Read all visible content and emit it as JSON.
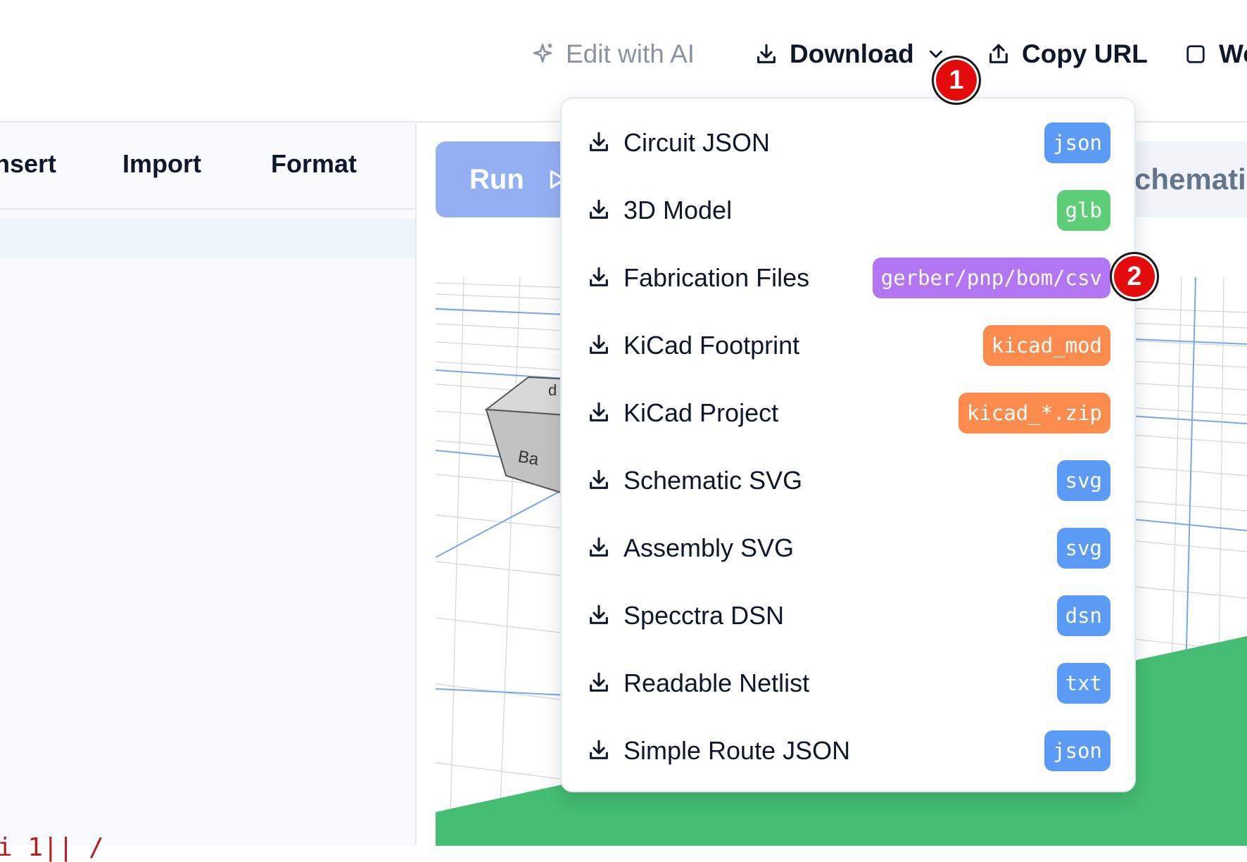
{
  "topbar": {
    "edit_ai": "Edit with AI",
    "download": "Download",
    "copy_url": "Copy URL",
    "web": "We"
  },
  "editor": {
    "menu": [
      "nsert",
      "Import",
      "Format"
    ],
    "code_fragment": "i 1|| /"
  },
  "preview": {
    "run_label": "Run",
    "schematic_tab": "chemati",
    "cube_labels": [
      "d",
      "Ba"
    ]
  },
  "download_menu": {
    "items": [
      {
        "label": "Circuit JSON",
        "badge": "json",
        "badge_color": "#5b9bf6"
      },
      {
        "label": "3D Model",
        "badge": "glb",
        "badge_color": "#5fce79"
      },
      {
        "label": "Fabrication Files",
        "badge": "gerber/pnp/bom/csv",
        "badge_color": "#b276f3"
      },
      {
        "label": "KiCad Footprint",
        "badge": "kicad_mod",
        "badge_color": "#fb8c4d"
      },
      {
        "label": "KiCad Project",
        "badge": "kicad_*.zip",
        "badge_color": "#fb8c4d"
      },
      {
        "label": "Schematic SVG",
        "badge": "svg",
        "badge_color": "#5b9bf6"
      },
      {
        "label": "Assembly SVG",
        "badge": "svg",
        "badge_color": "#5b9bf6"
      },
      {
        "label": "Specctra DSN",
        "badge": "dsn",
        "badge_color": "#5b9bf6"
      },
      {
        "label": "Readable Netlist",
        "badge": "txt",
        "badge_color": "#5b9bf6"
      },
      {
        "label": "Simple Route JSON",
        "badge": "json",
        "badge_color": "#5b9bf6"
      }
    ]
  },
  "markers": [
    "1",
    "2"
  ],
  "colors": {
    "board_green": "#45bd72",
    "run_button": "#94b0f5",
    "marker_red": "#e30b0b"
  }
}
